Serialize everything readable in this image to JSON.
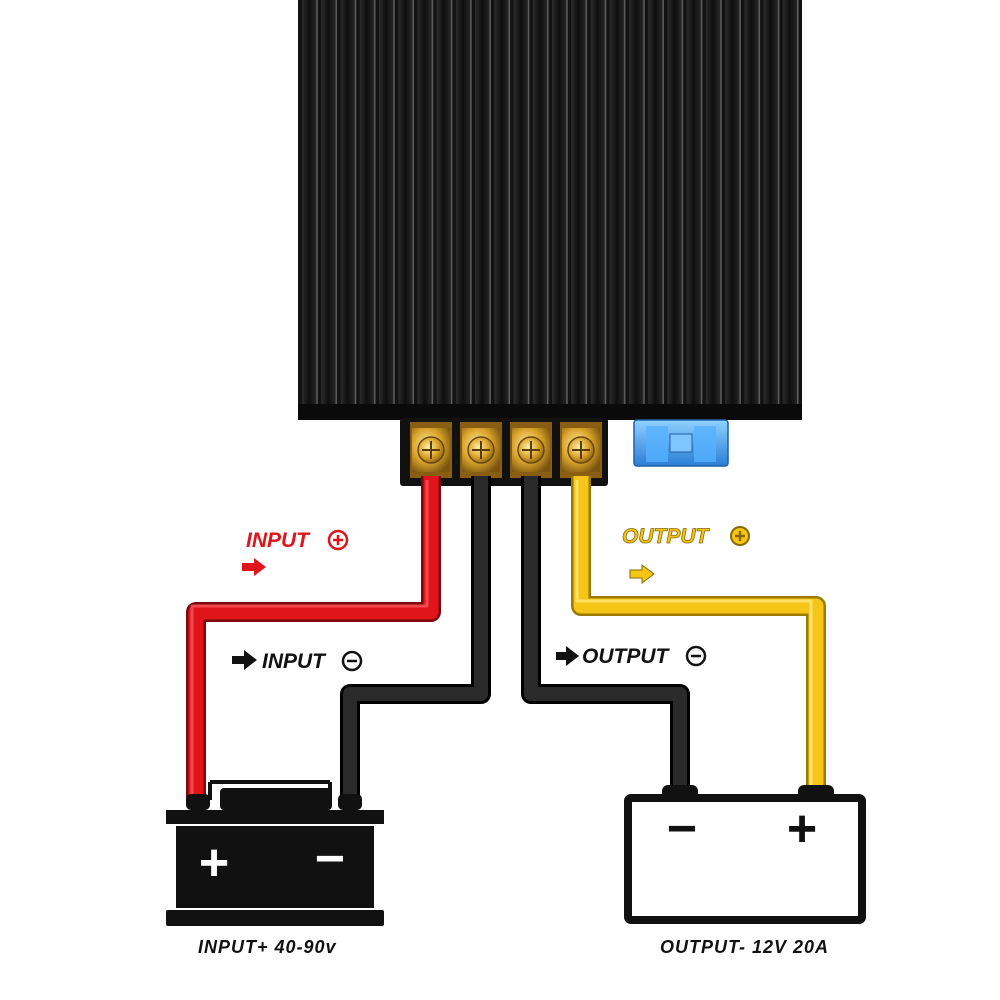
{
  "labels": {
    "input_positive": "INPUT",
    "input_negative": "INPUT",
    "output_positive": "OUTPUT",
    "output_negative": "OUTPUT",
    "input_battery_caption": "INPUT+ 40-90v",
    "output_battery_caption": "OUTPUT- 12V 20A"
  },
  "battery_symbols": {
    "input_left": "+",
    "input_right": "−",
    "output_left": "−",
    "output_right": "+"
  },
  "colors": {
    "input_positive_wire": "#e0141b",
    "negative_wires": "#1a1a1a",
    "output_positive_wire": "#f5c518",
    "converter_body": "#141414",
    "terminal_brass": "#d9a42a",
    "fuse_blue": "#3a9be8",
    "input_battery_fill": "#111111",
    "output_battery_fill": "#ffffff"
  },
  "icons": {
    "converter": "heatsink-converter-icon",
    "terminal_block": "screw-terminal-icon",
    "fuse": "blade-fuse-icon",
    "arrow": "right-arrow-icon",
    "plus_circle": "plus-circle-icon",
    "minus_circle": "minus-circle-icon"
  }
}
